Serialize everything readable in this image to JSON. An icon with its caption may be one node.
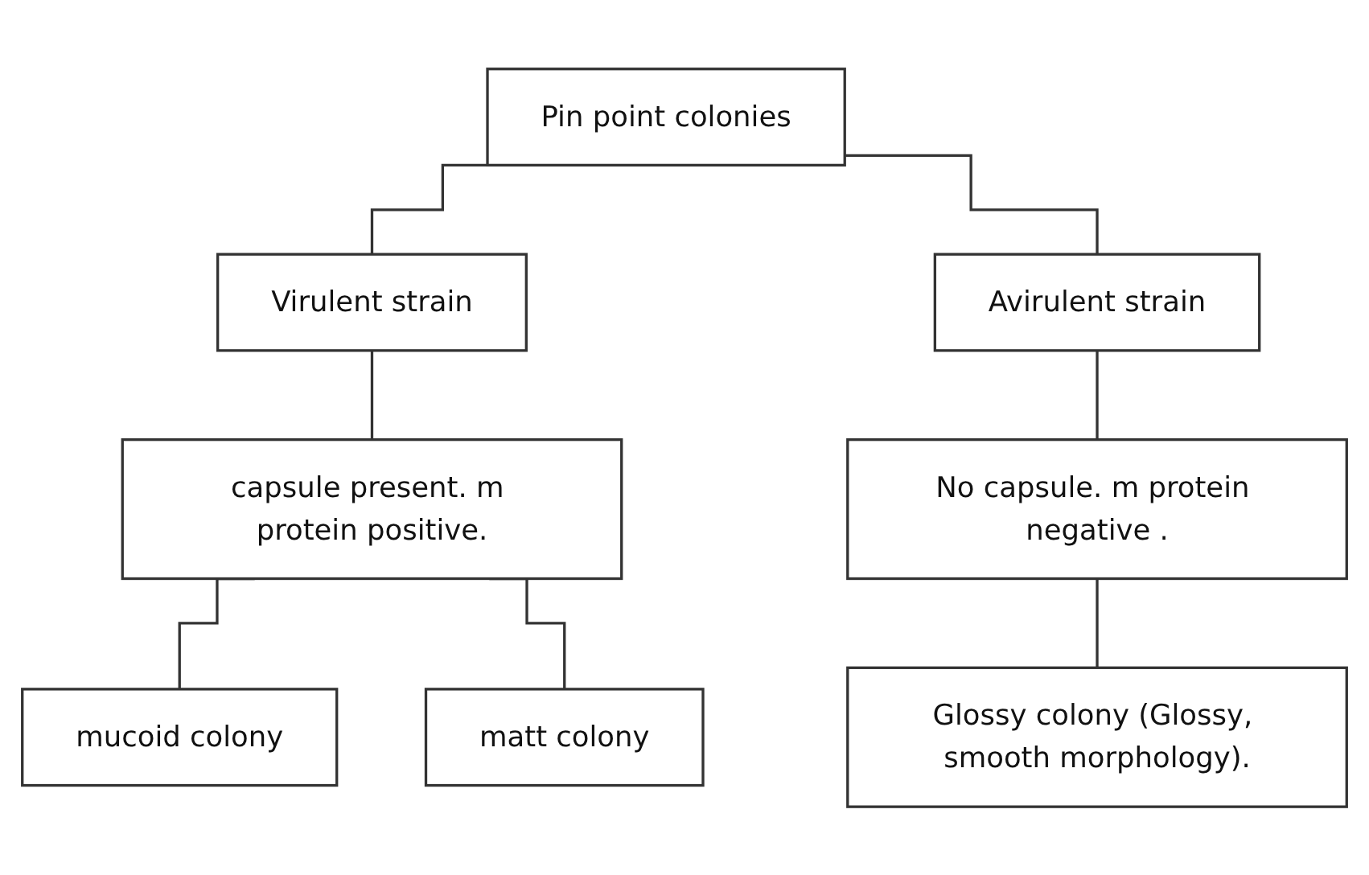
{
  "diagram": {
    "nodes": [
      {
        "text": [
          "Pin point colonies"
        ]
      },
      {
        "text": [
          "Virulent strain"
        ]
      },
      {
        "text": [
          "Avirulent strain"
        ]
      },
      {
        "text": [
          "capsule present. m protein positive."
        ]
      },
      {
        "text": [
          "No capsule. m protein negative ."
        ]
      },
      {
        "text": [
          "mucoid colony"
        ]
      },
      {
        "text": [
          "matt colony"
        ]
      },
      {
        "text": [
          "Glossy colony (Glossy, smooth morphology)."
        ]
      }
    ],
    "edges": [
      {
        "from": 0,
        "to": 1,
        "arrow": "none"
      },
      {
        "from": 0,
        "to": 2,
        "arrow": "none"
      },
      {
        "from": 1,
        "to": 3,
        "arrow": "none"
      },
      {
        "from": 2,
        "to": 4,
        "arrow": "none"
      },
      {
        "from": 3,
        "to": 5,
        "arrow": "none"
      },
      {
        "from": 3,
        "to": 6,
        "arrow": "none"
      },
      {
        "from": 4,
        "to": 7,
        "arrow": "none"
      }
    ]
  }
}
